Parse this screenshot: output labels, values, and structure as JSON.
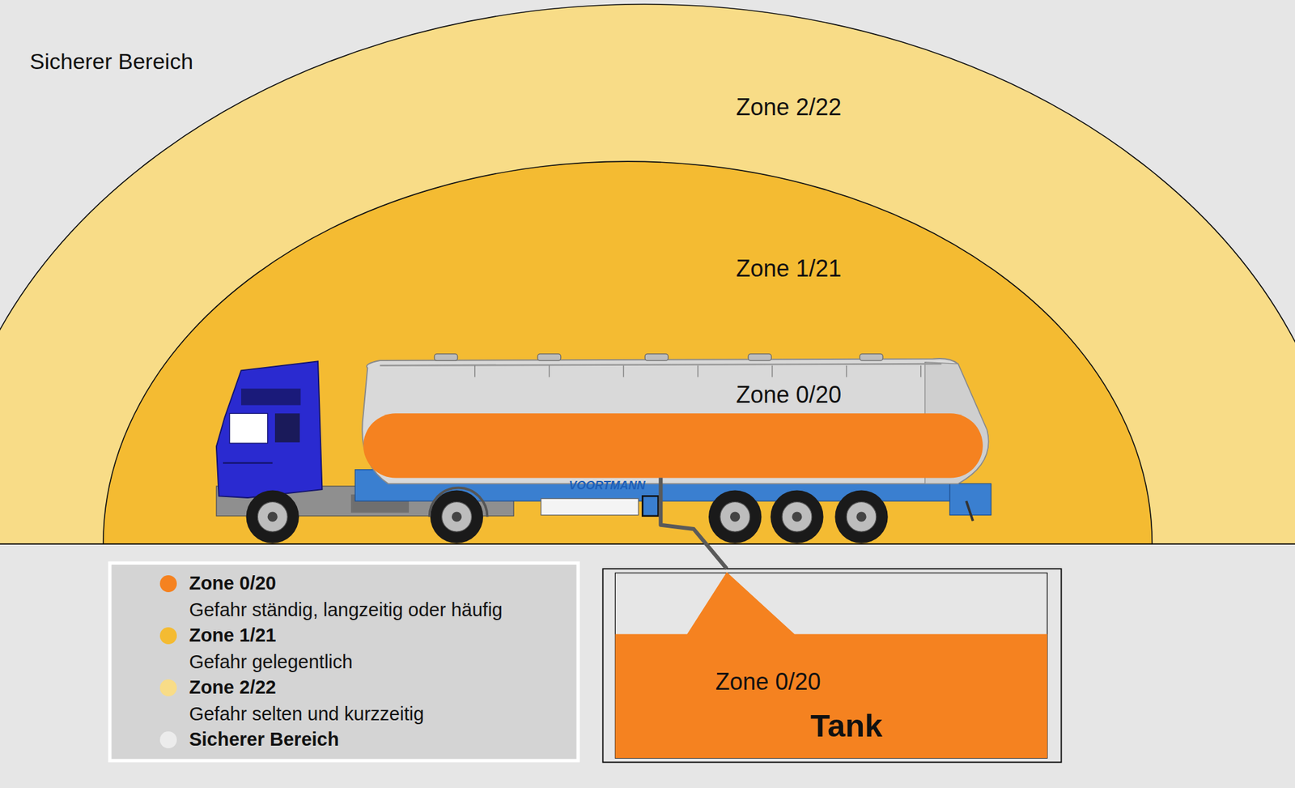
{
  "diagram": {
    "nodes": [
      {
        "text": [
          "Zone 2/22"
        ]
      },
      {
        "text": [
          "Zone 1/21"
        ],
        "in": 0
      },
      {
        "text": [
          "Zone 0/20"
        ],
        "in": 1
      },
      {
        "text": [
          "Zone 0/20",
          "Tank"
        ]
      }
    ],
    "edges": [
      {
        "from": 2,
        "to": 3,
        "arrow": "none"
      }
    ],
    "labels": [
      "Sicherer Bereich",
      "VOORTMANN",
      "Gefahr ständig, langzeitig oder häufig",
      "Gefahr gelegentlich",
      "Gefahr selten und kurzzeitig"
    ],
    "legend": [
      {
        "text": "Zone 0/20",
        "color": "#f58220"
      },
      {
        "text": "Zone 1/21",
        "color": "#f4bb32"
      },
      {
        "text": "Zone 2/22",
        "color": "#f8dc87"
      },
      {
        "text": "Sicherer Bereich",
        "color": "#ececec"
      }
    ]
  }
}
